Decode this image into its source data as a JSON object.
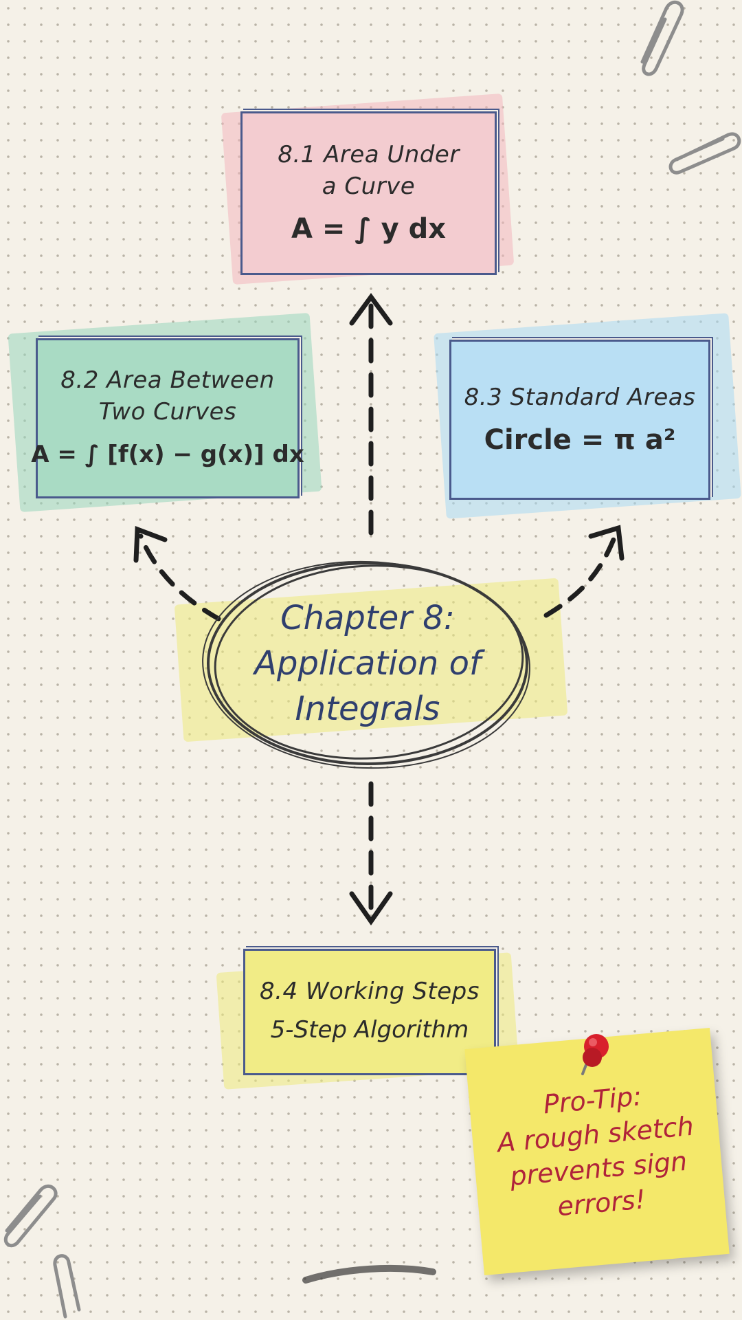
{
  "diagram": {
    "central": {
      "label": "Chapter 8:\nApplication of\nIntegrals"
    },
    "nodes": [
      {
        "id": "8.1",
        "title": "8.1 Area Under\na Curve",
        "formula": "A = ∫ y dx"
      },
      {
        "id": "8.2",
        "title": "8.2 Area Between\nTwo Curves",
        "formula": "A = ∫ [f(x) − g(x)] dx"
      },
      {
        "id": "8.3",
        "title": "8.3 Standard Areas",
        "formula": "Circle = π a²"
      },
      {
        "id": "8.4",
        "title": "8.4 Working Steps",
        "formula": "5-Step Algorithm"
      }
    ],
    "connections": [
      {
        "from": "central",
        "to": "8.1",
        "style": "dashed-arrow"
      },
      {
        "from": "central",
        "to": "8.2",
        "style": "dashed-arrow"
      },
      {
        "from": "central",
        "to": "8.3",
        "style": "dashed-arrow"
      },
      {
        "from": "central",
        "to": "8.4",
        "style": "dashed-arrow"
      }
    ],
    "sticky_note": {
      "text": "Pro-Tip:\nA rough sketch\nprevents sign\nerrors!"
    }
  },
  "colors": {
    "paper": "#f5f1e8",
    "ink": "#4a5a8c",
    "pink": "#f3ccd0",
    "mint": "#a9dbc4",
    "sky": "#b9dff4",
    "yellow": "#f1ec86",
    "sticky": "#f4e86a",
    "pin": "#d8202c",
    "tip_text": "#b0233a"
  }
}
